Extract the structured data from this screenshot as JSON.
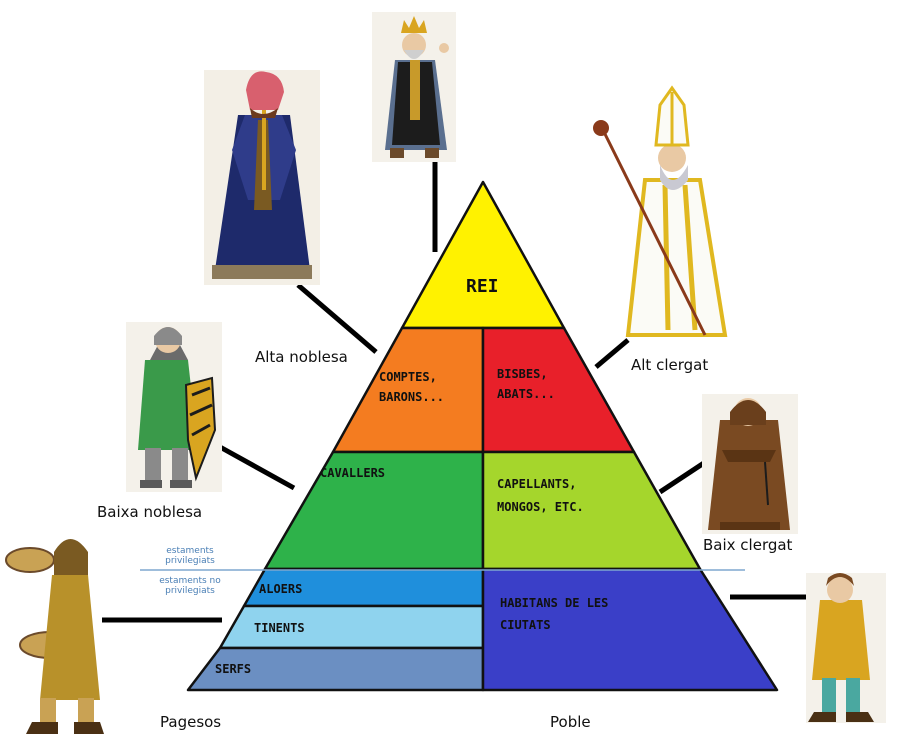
{
  "pyramid": {
    "rei": "REI",
    "comptes": [
      "COMPTES,",
      "BARONS..."
    ],
    "bisbes": [
      "BISBES,",
      "ABATS..."
    ],
    "cavallers": "CAVALLERS",
    "capellants": [
      "CAPELLANTS,",
      "MONGOS, ETC."
    ],
    "aloers": "ALOERS",
    "tinents": "TINENTS",
    "serfs": "SERFS",
    "habitants": [
      "HABITANS DE LES",
      "CIUTATS"
    ]
  },
  "labels": {
    "alta_noblesa": "Alta noblesa",
    "alt_clergat": "Alt clergat",
    "baixa_noblesa": "Baixa noblesa",
    "baix_clergat": "Baix clergat",
    "pagesos": "Pagesos",
    "poble": "Poble"
  },
  "estaments": {
    "privilegiats": [
      "estaments",
      "privilegiats"
    ],
    "no_privilegiats": [
      "estaments no",
      "privilegiats"
    ]
  },
  "colors": {
    "rei": "#fff200",
    "comptes": "#f47c20",
    "bisbes": "#e8202a",
    "cavallers": "#2eb24a",
    "capellants": "#a5d62c",
    "aloers": "#1f8fdc",
    "tinents": "#8fd3ee",
    "serfs": "#6b8fc2",
    "habitants": "#3a3fc8"
  }
}
